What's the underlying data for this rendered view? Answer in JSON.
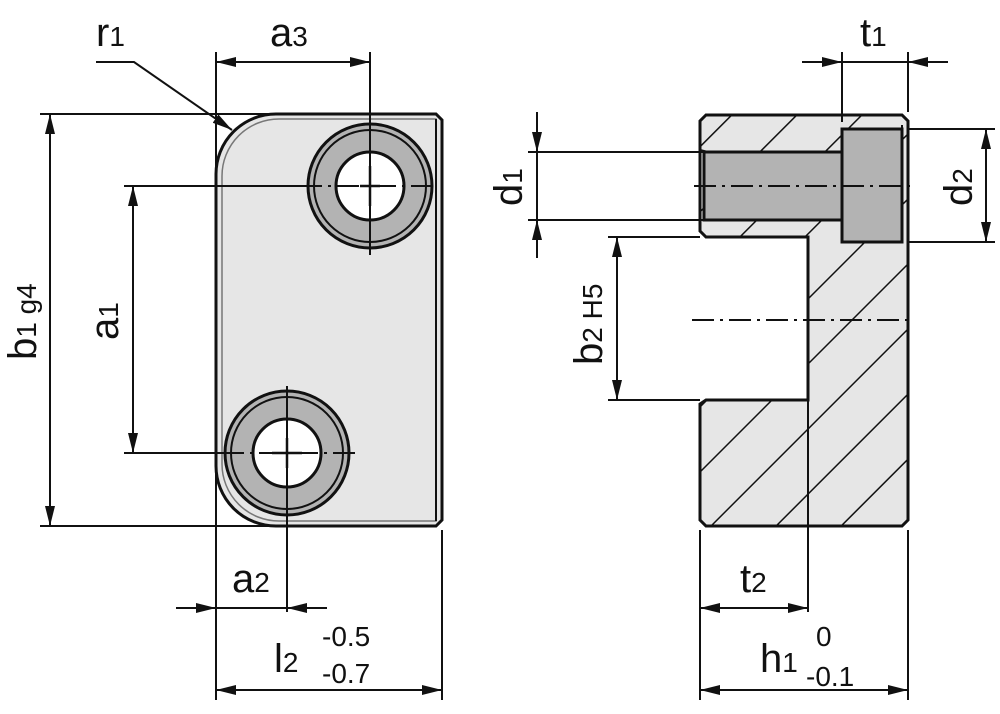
{
  "drawing": {
    "colors": {
      "part_fill": "#e6e6e6",
      "ring_fill": "#b3b3b3",
      "line": "#111111",
      "background": "#ffffff"
    },
    "front_view": {
      "labels": {
        "r1": {
          "main": "r",
          "sub": "1"
        },
        "a3": {
          "main": "a",
          "sub": "3"
        },
        "a1": {
          "main": "a",
          "sub": "1"
        },
        "b1": {
          "main": "b",
          "sub": "1 g4"
        },
        "a2": {
          "main": "a",
          "sub": "2"
        },
        "l2": {
          "main": "l",
          "sub": "2",
          "tol_upper": "-0.5",
          "tol_lower": "-0.7"
        }
      }
    },
    "side_view": {
      "labels": {
        "t1": {
          "main": "t",
          "sub": "1"
        },
        "d1": {
          "main": "d",
          "sub": "1"
        },
        "d2": {
          "main": "d",
          "sub": "2"
        },
        "b2": {
          "main": "b",
          "sub": "2 H5"
        },
        "t2": {
          "main": "t",
          "sub": "2"
        },
        "h1": {
          "main": "h",
          "sub": "1",
          "tol_upper": "0",
          "tol_lower": "-0.1"
        }
      }
    }
  }
}
